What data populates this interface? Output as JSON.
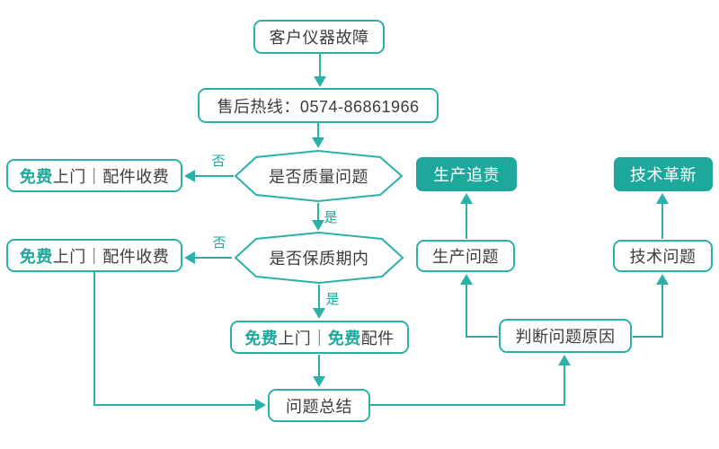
{
  "palette": {
    "accent_fill": "#1ea79b",
    "accent_stroke": "#2bb1a7",
    "text_dark": "#3c3c3c",
    "node_background": "#ffffff",
    "filled_node_text": "#ffffff"
  },
  "nodes": {
    "customer_fault": {
      "label": "客户仪器故障"
    },
    "hotline": {
      "label": "售后热线：0574-86861966"
    },
    "decision_quality": {
      "label": "是否质量问题"
    },
    "decision_warranty": {
      "label": "是否保质期内"
    },
    "free_visit_paid_parts_1": {
      "parts": [
        {
          "text": "免费"
        },
        {
          "text": "上门｜配件收费"
        }
      ]
    },
    "free_visit_paid_parts_2": {
      "parts": [
        {
          "text": "免费"
        },
        {
          "text": "上门｜配件收费"
        }
      ]
    },
    "free_visit_free_parts": {
      "parts": [
        {
          "text": "免费"
        },
        {
          "text": "上门｜"
        },
        {
          "text": "免费"
        },
        {
          "text": "配件"
        }
      ]
    },
    "summary": {
      "label": "问题总结"
    },
    "production_blame": {
      "label": "生产追责"
    },
    "production_problem": {
      "label": "生产问题"
    },
    "tech_innovation": {
      "label": "技术革新"
    },
    "tech_problem": {
      "label": "技术问题"
    },
    "judge_cause": {
      "label": "判断问题原因"
    }
  },
  "edge_labels": {
    "quality_no": "否",
    "quality_yes": "是",
    "warranty_no": "否",
    "warranty_yes": "是"
  }
}
